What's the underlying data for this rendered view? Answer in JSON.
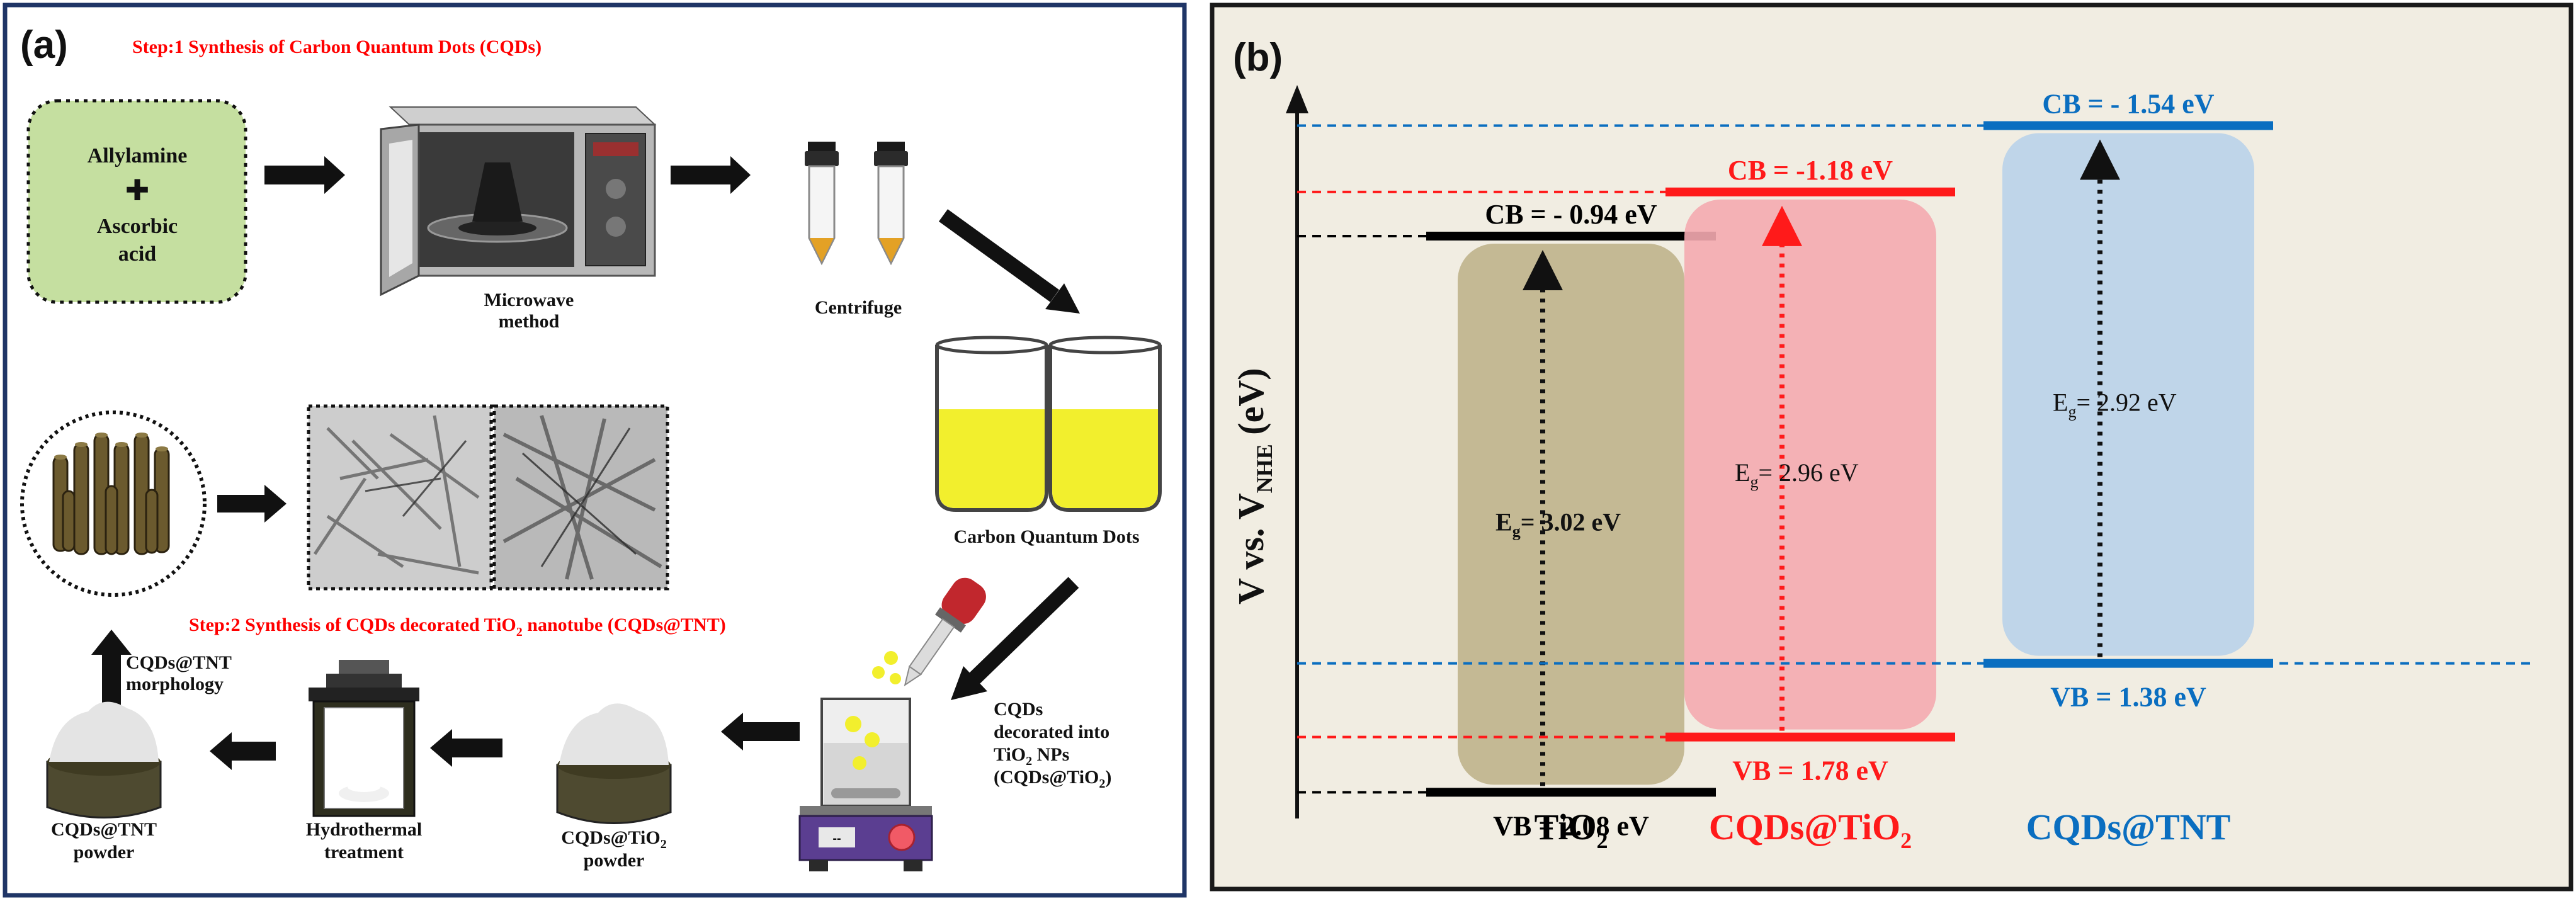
{
  "panel_a": {
    "label": "(a)",
    "step1_title": "Step:1 Synthesis of Carbon Quantum Dots (CQDs)",
    "reagent_line1": "Allylamine",
    "reagent_plus": "✚",
    "reagent_line2": "Ascorbic",
    "reagent_line3": "acid",
    "microwave_line1": "Microwave",
    "microwave_line2": "method",
    "centrifuge_label": "Centrifuge",
    "cqd_label": "Carbon Quantum Dots",
    "step2_title_prefix": "Step:2 Synthesis of CQDs decorated TiO",
    "step2_title_sub": "2",
    "step2_title_suffix": " nanotube (CQDs@TNT)",
    "decorated_line1": "CQDs",
    "decorated_line2": "decorated into",
    "decorated_line3_prefix": "TiO",
    "decorated_line3_sub": "2",
    "decorated_line3_suffix": " NPs",
    "decorated_line4_prefix": "(CQDs@TiO",
    "decorated_line4_sub": "2",
    "decorated_line4_suffix": ")",
    "tio2_powder_line1_prefix": "CQDs@TiO",
    "tio2_powder_line1_sub": "2",
    "tio2_powder_line2": "powder",
    "hydrothermal_line1": "Hydrothermal",
    "hydrothermal_line2": "treatment",
    "tnt_powder_line1": "CQDs@TNT",
    "tnt_powder_line2": "powder",
    "morph_line1": "CQDs@TNT",
    "morph_line2": "morphology",
    "hotplate_display": "--"
  },
  "panel_b": {
    "label": "(b)",
    "yaxis_prefix": "V vs. V",
    "yaxis_sub": "NHE",
    "yaxis_suffix": " (eV)",
    "materials": [
      {
        "name_prefix": "TiO",
        "name_sub": "2",
        "cb_label": "CB = - 0.94 eV",
        "vb_label": "VB = 2.08 eV",
        "eg_prefix": "E",
        "eg_sub": "g",
        "eg_value": "= 3.02 eV",
        "cb": -0.94,
        "vb": 2.08,
        "eg": 3.02,
        "color": "#000000",
        "box_color": "#bfb38c"
      },
      {
        "name_prefix": "CQDs@TiO",
        "name_sub": "2",
        "cb_label": "CB = -1.18 eV",
        "vb_label": "VB =  1.78 eV",
        "eg_prefix": "E",
        "eg_sub": "g",
        "eg_value": "= 2.96 eV",
        "cb": -1.18,
        "vb": 1.78,
        "eg": 2.96,
        "color": "#ff1a1a",
        "box_color": "#f4aab0"
      },
      {
        "name_prefix": "CQDs@TNT",
        "name_sub": "",
        "cb_label": "CB = - 1.54 eV",
        "vb_label": "VB = 1.38 eV",
        "eg_prefix": "E",
        "eg_sub": "g",
        "eg_value": "= 2.92 eV",
        "cb": -1.54,
        "vb": 1.38,
        "eg": 2.92,
        "color": "#0a6ec0",
        "box_color": "#b9d2ea"
      }
    ]
  },
  "colors": {
    "panel_a_border": "#1f3566",
    "panel_b_border": "#1a1a1a",
    "panel_b_bg": "#f1ede2",
    "step_title": "#ff0000",
    "reagent_box": "#c5dfa0"
  }
}
